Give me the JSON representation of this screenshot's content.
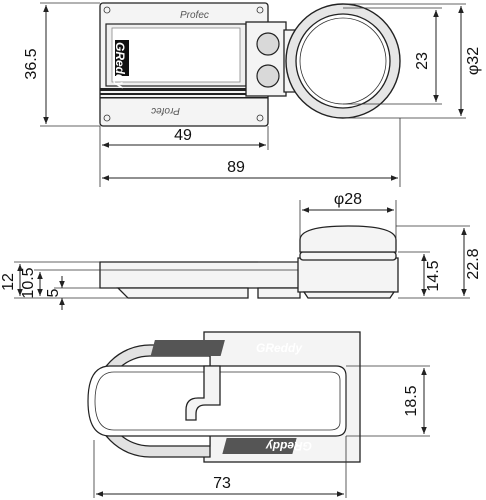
{
  "brand_logo": "GReddy",
  "model_mark": "Profec",
  "dimensions": {
    "top_height": "36.5",
    "display_width": "49",
    "total_width": "89",
    "dial_inner": "23",
    "dial_outer_diameter": "φ32",
    "knob_diameter": "φ28",
    "side_12": "12",
    "side_10_5": "10.5",
    "side_5": "5",
    "side_14_5": "14.5",
    "side_22_8": "22.8",
    "bottom_width": "73",
    "bottom_18_5": "18.5"
  }
}
